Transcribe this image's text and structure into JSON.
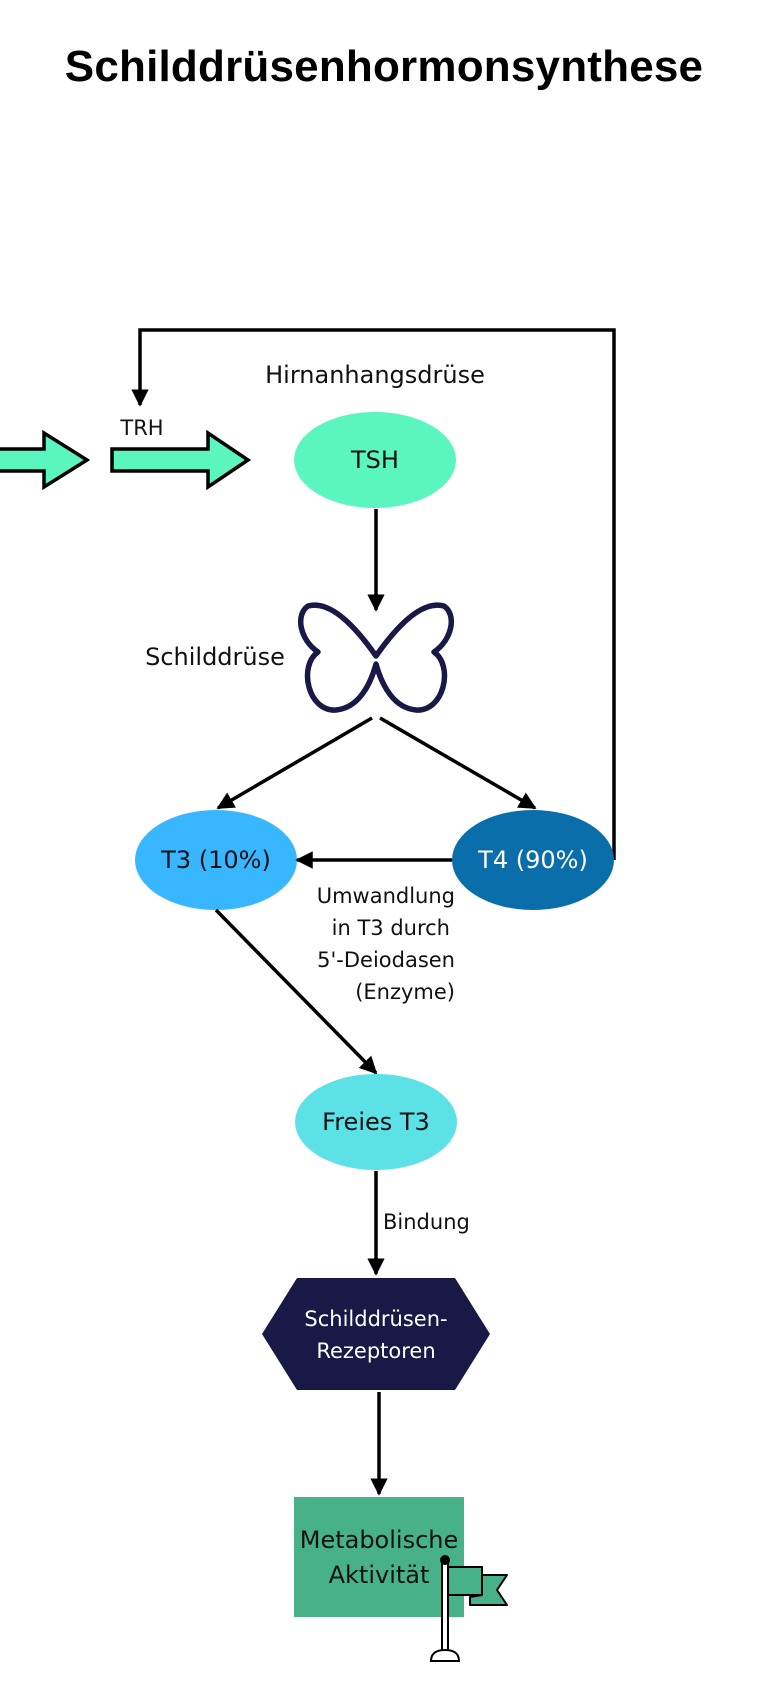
{
  "title": "Schilddrüsenhormonsynthese",
  "colors": {
    "tsh": "#5bf5bf",
    "arrow_fill": "#5bf5bf",
    "t3": "#38b6ff",
    "t4": "#0a6eab",
    "free_t3": "#5ce1e6",
    "receptor": "#191947",
    "metabolic": "#47b28a",
    "butterfly_stroke": "#191947",
    "line": "#000000"
  },
  "labels": {
    "hypophyse": "Hirnanhangsdrüse",
    "trh": "TRH",
    "thyroid": "Schilddrüse",
    "conversion": [
      "Umwandlung",
      "in T3 durch",
      "5'-Deiodasen",
      "(Enzyme)"
    ],
    "binding": "Bindung"
  },
  "nodes": {
    "tsh": "TSH",
    "t3": "T3 (10%)",
    "t4": "T4 (90%)",
    "free_t3": "Freies T3",
    "receptor": [
      "Schilddrüsen-",
      "Rezeptoren"
    ],
    "metabolic": [
      "Metabolische",
      "Aktivität"
    ]
  },
  "icons": {
    "thyroid": "butterfly-icon",
    "goal": "flag-icon",
    "input_arrows": "block-arrow-icon"
  }
}
